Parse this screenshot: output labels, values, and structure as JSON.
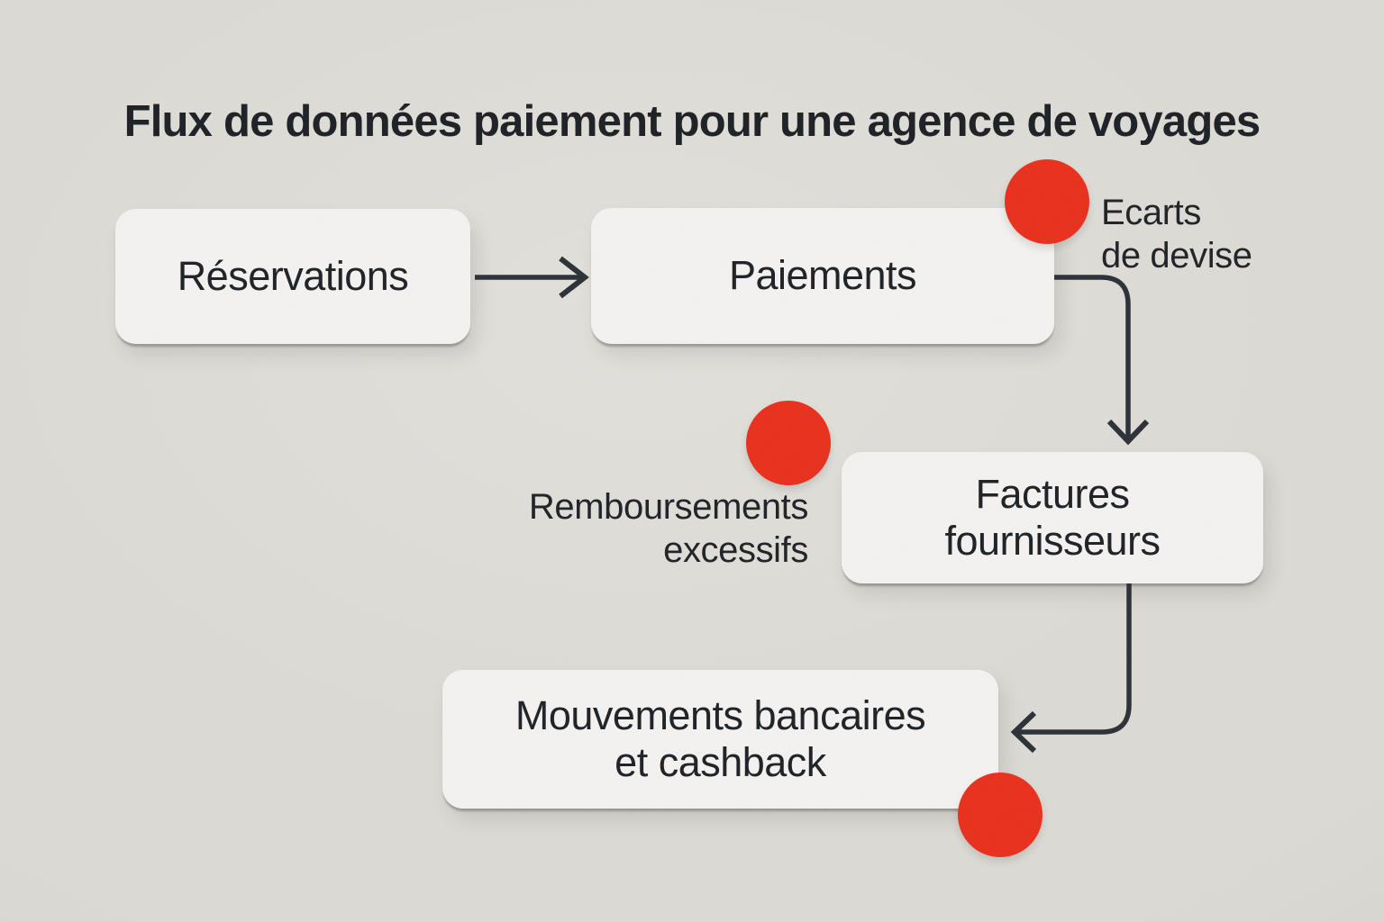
{
  "title": "Flux de données paiement pour une agence de voyages",
  "colors": {
    "background": "#dcdad4",
    "node_fill": "#f3f2f0",
    "text": "#1e2125",
    "arrow": "#2c3137",
    "alert": "#e8301c"
  },
  "nodes": [
    {
      "id": "reservations",
      "label": "Réservations"
    },
    {
      "id": "paiements",
      "label": "Paiements"
    },
    {
      "id": "factures-fournisseurs",
      "label": "Factures\nfournisseurs"
    },
    {
      "id": "mouvements-bancaires",
      "label": "Mouvements bancaires\net cashback"
    }
  ],
  "edges": [
    {
      "from": "Réservations",
      "to": "Paiements"
    },
    {
      "from": "Paiements",
      "to": "Factures fournisseurs"
    },
    {
      "from": "Factures fournisseurs",
      "to": "Mouvements bancaires et cashback"
    }
  ],
  "alerts": [
    {
      "id": "ecarts-devise",
      "label": "Ecarts\nde devise",
      "attached_to": "Paiements"
    },
    {
      "id": "remboursements-excessifs",
      "label": "Remboursements\nexcessifs",
      "attached_to": "Factures fournisseurs"
    },
    {
      "id": "cashback-alert",
      "label": "",
      "attached_to": "Mouvements bancaires et cashback"
    }
  ]
}
